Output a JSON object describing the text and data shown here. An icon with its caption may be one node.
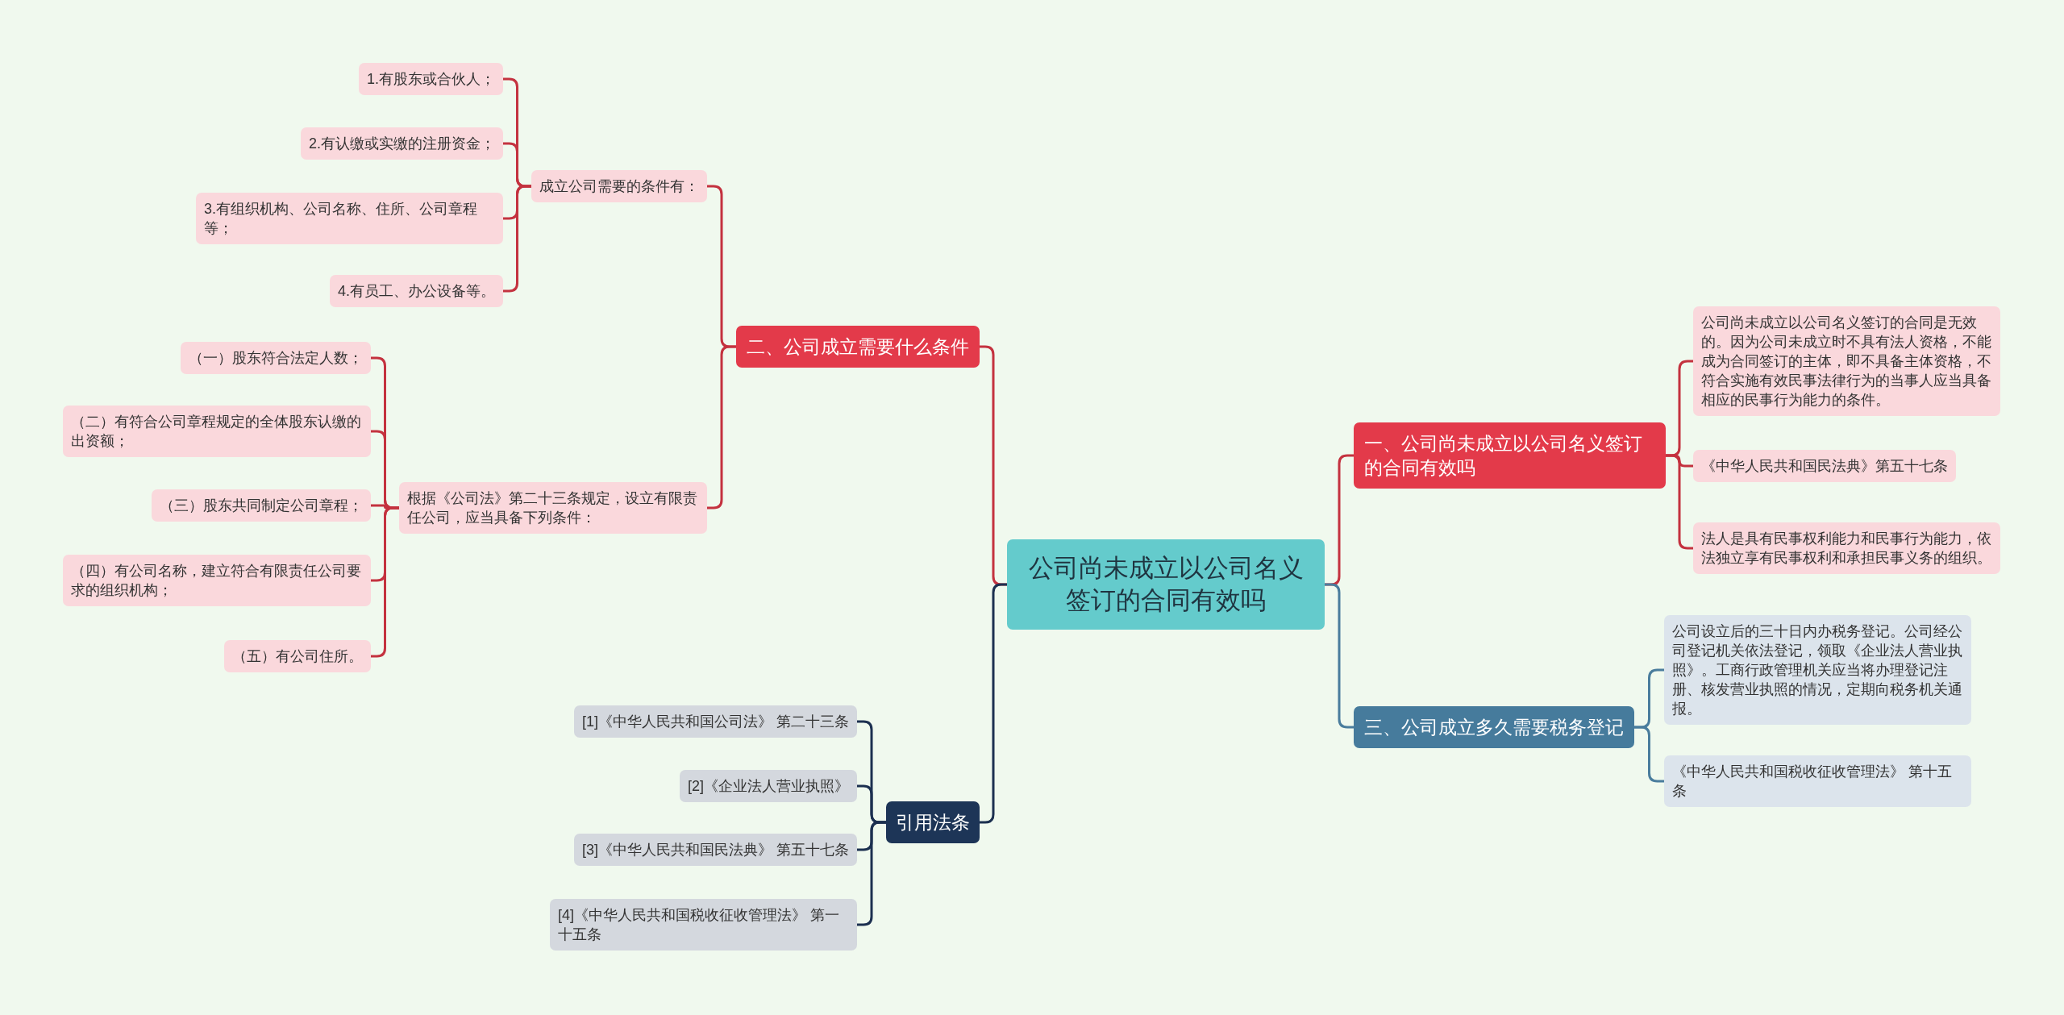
{
  "diagram": {
    "nodes": [
      {
        "text": [
          "公司尚未成立以公司名义签订的合同有效吗"
        ]
      },
      {
        "text": [
          "二、公司成立需要什么条件"
        ]
      },
      {
        "text": [
          "成立公司需要的条件有："
        ]
      },
      {
        "text": [
          "1.有股东或合伙人；"
        ]
      },
      {
        "text": [
          "2.有认缴或实缴的注册资金；"
        ]
      },
      {
        "text": [
          "3.有组织机构、公司名称、住所、公司章程等；"
        ]
      },
      {
        "text": [
          "4.有员工、办公设备等。"
        ]
      },
      {
        "text": [
          "根据《公司法》第二十三条规定，设立有限责任公司，应当具备下列条件："
        ]
      },
      {
        "text": [
          "（一）股东符合法定人数；"
        ]
      },
      {
        "text": [
          "（二）有符合公司章程规定的全体股东认缴的出资额；"
        ]
      },
      {
        "text": [
          "（三）股东共同制定公司章程；"
        ]
      },
      {
        "text": [
          "（四）有公司名称，建立符合有限责任公司要求的组织机构；"
        ]
      },
      {
        "text": [
          "（五）有公司住所。"
        ]
      },
      {
        "text": [
          "一、公司尚未成立以公司名义签订的合同有效吗"
        ]
      },
      {
        "text": [
          "公司尚未成立以公司名义签订的合同是无效的。因为公司未成立时不具有法人资格，不能成为合同签订的主体，即不具备主体资格，不符合实施有效民事法律行为的当事人应当具备相应的民事行为能力的条件。"
        ]
      },
      {
        "text": [
          "《中华人民共和国民法典》第五十七条"
        ]
      },
      {
        "text": [
          "法人是具有民事权利能力和民事行为能力，依法独立享有民事权利和承担民事义务的组织。"
        ]
      },
      {
        "text": [
          "三、公司成立多久需要税务登记"
        ]
      },
      {
        "text": [
          "公司设立后的三十日内办税务登记。公司经公司登记机关依法登记，领取《企业法人营业执照》。工商行政管理机关应当将办理登记注册、核发营业执照的情况，定期向税务机关通报。"
        ]
      },
      {
        "text": [
          "《中华人民共和国税收征收管理法》 第十五条"
        ]
      },
      {
        "text": [
          "引用法条"
        ]
      },
      {
        "text": [
          "[1]《中华人民共和国公司法》 第二十三条"
        ]
      },
      {
        "text": [
          "[2]《企业法人营业执照》"
        ]
      },
      {
        "text": [
          "[3]《中华人民共和国民法典》 第五十七条"
        ]
      },
      {
        "text": [
          "[4]《中华人民共和国税收征收管理法》 第一十五条"
        ]
      }
    ],
    "edges": [
      {
        "from": 0,
        "to": 1,
        "arrow": "none"
      },
      {
        "from": 1,
        "to": 2,
        "arrow": "none"
      },
      {
        "from": 2,
        "to": 3,
        "arrow": "none"
      },
      {
        "from": 2,
        "to": 4,
        "arrow": "none"
      },
      {
        "from": 2,
        "to": 5,
        "arrow": "none"
      },
      {
        "from": 2,
        "to": 6,
        "arrow": "none"
      },
      {
        "from": 1,
        "to": 7,
        "arrow": "none"
      },
      {
        "from": 7,
        "to": 8,
        "arrow": "none"
      },
      {
        "from": 7,
        "to": 9,
        "arrow": "none"
      },
      {
        "from": 7,
        "to": 10,
        "arrow": "none"
      },
      {
        "from": 7,
        "to": 11,
        "arrow": "none"
      },
      {
        "from": 7,
        "to": 12,
        "arrow": "none"
      },
      {
        "from": 0,
        "to": 13,
        "arrow": "none"
      },
      {
        "from": 13,
        "to": 14,
        "arrow": "none"
      },
      {
        "from": 13,
        "to": 15,
        "arrow": "none"
      },
      {
        "from": 13,
        "to": 16,
        "arrow": "none"
      },
      {
        "from": 0,
        "to": 17,
        "arrow": "none",
        "color": "#4a7d9d"
      },
      {
        "from": 17,
        "to": 18,
        "arrow": "none",
        "color": "#4a7d9d"
      },
      {
        "from": 17,
        "to": 19,
        "arrow": "none",
        "color": "#4a7d9d"
      },
      {
        "from": 0,
        "to": 20,
        "arrow": "none",
        "color": "#1c3050"
      },
      {
        "from": 20,
        "to": 21,
        "arrow": "none",
        "color": "#1c3050"
      },
      {
        "from": 20,
        "to": 22,
        "arrow": "none",
        "color": "#1c3050"
      },
      {
        "from": 20,
        "to": 23,
        "arrow": "none",
        "color": "#1c3050"
      },
      {
        "from": 20,
        "to": 24,
        "arrow": "none",
        "color": "#1c3050"
      }
    ]
  }
}
